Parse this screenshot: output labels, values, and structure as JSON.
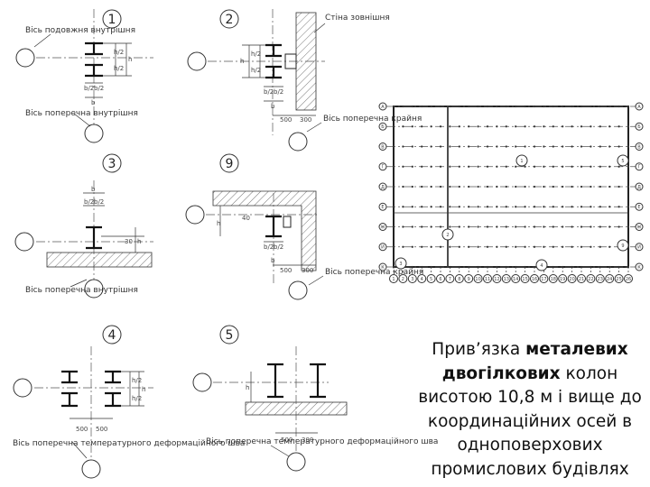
{
  "details": {
    "d1": {
      "number": "1",
      "label_top": "Вісь подовжня внутрішня",
      "label_bottom": "Вісь поперечна внутрішня",
      "dim_half_1": "h/2",
      "dim_half_2": "h/2",
      "dim_h": "h",
      "dim_b2": "b/2",
      "dim_b2b": "b/2",
      "dim_b": "b"
    },
    "d2": {
      "number": "2",
      "label_top": "Стіна зовнішня",
      "label_bottom": "Вісь поперечна крайня",
      "dim_half_1": "h/2",
      "dim_half_2": "h/2",
      "dim_h": "h",
      "dim_b2": "b/2",
      "dim_b2b": "b/2",
      "dim_b": "b",
      "dim_500": "500",
      "dim_300": "300"
    },
    "d3": {
      "number": "3",
      "label_bottom": "Вісь поперечна внутрішня",
      "dim_b": "b",
      "dim_b2": "b/2",
      "dim_b2b": "b/2",
      "dim_h": "h",
      "dim_30": "30"
    },
    "d9": {
      "number": "9",
      "label_bottom": "Вісь поперечна крайня",
      "dim_h": "h",
      "dim_b2": "b/2",
      "dim_b2b": "b/2",
      "dim_b": "b",
      "dim_500": "500",
      "dim_300": "300",
      "dim_40": "40"
    },
    "d4": {
      "number": "4",
      "label_bottom": "Вісь поперечна температурного деформаційного шва",
      "dim_half_1": "h/2",
      "dim_half_2": "h/2",
      "dim_h": "h",
      "dim_500a": "500",
      "dim_500b": "500"
    },
    "d5": {
      "number": "5",
      "label_bottom": "Вісь поперечна температурного деформаційного шва",
      "dim_h": "h",
      "dim_500": "500",
      "dim_300": "300"
    }
  },
  "plan": {
    "row_labels": [
      "А",
      "Б",
      "В",
      "Г",
      "Д",
      "Е",
      "Ж",
      "И",
      "К"
    ],
    "col_labels": [
      "1",
      "2",
      "3",
      "4",
      "5",
      "6",
      "7",
      "8",
      "9",
      "10",
      "11",
      "12",
      "13",
      "14",
      "15",
      "16",
      "17",
      "18",
      "19",
      "20",
      "21",
      "22",
      "23",
      "24",
      "25",
      "26"
    ],
    "callouts": [
      "1",
      "2",
      "3",
      "4",
      "5",
      "9"
    ]
  },
  "caption": {
    "p1": "Прив’язка ",
    "b1": "металевих двогілкових",
    "p2": " колон висотою 10,8 м і вище до координаційних осей в одноповерхових промислових будівлях"
  }
}
